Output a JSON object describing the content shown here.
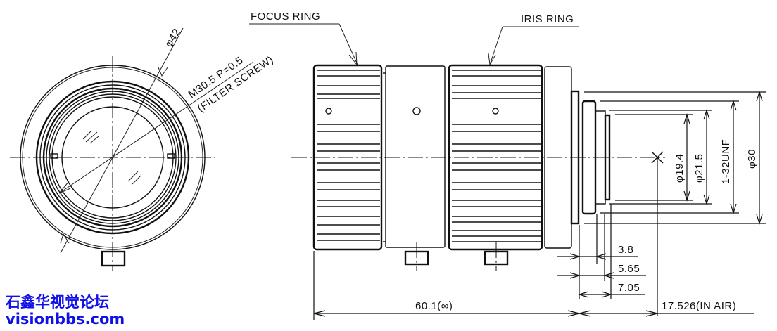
{
  "drawing": {
    "title": "Lens outline drawing",
    "front_view": {
      "outer_diameter_label": "φ42",
      "filter_thread_label": "M30.5 P=0.5",
      "filter_thread_note": "(FILTER SCREW)"
    },
    "side_view": {
      "callouts": {
        "focus_ring": "FOCUS RING",
        "iris_ring": "IRIS RING"
      },
      "diameters": {
        "d1": "φ19.4",
        "d2": "φ21.5",
        "mount_thread": "1-32UNF",
        "d3": "φ30"
      },
      "lengths": {
        "a": "3.8",
        "b": "5.65",
        "c": "7.05",
        "overall": "60.1(∞)",
        "flange_back": "17.526(IN AIR)"
      }
    }
  },
  "watermark": {
    "line1": "石鑫华视觉论坛",
    "line2": "visionbbs.com",
    "color": "#1010e8"
  }
}
